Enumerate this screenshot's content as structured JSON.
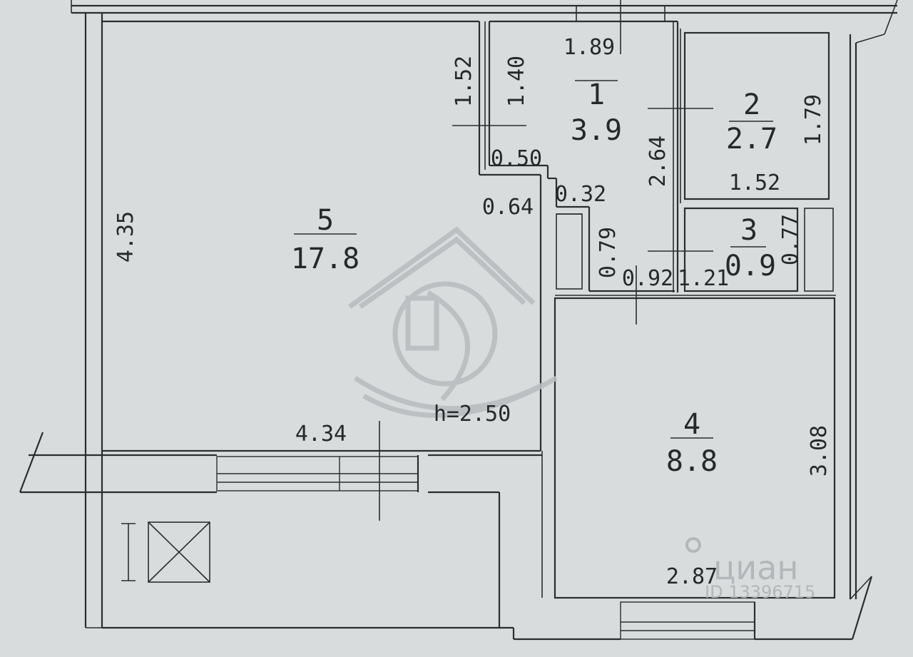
{
  "rooms": [
    {
      "number": "1",
      "area": "3.9"
    },
    {
      "number": "2",
      "area": "2.7"
    },
    {
      "number": "3",
      "area": "0.9"
    },
    {
      "number": "4",
      "area": "8.8"
    },
    {
      "number": "5",
      "area": "17.8"
    }
  ],
  "dimensions": {
    "d_1_89": "1.89",
    "d_1_52_top": "1.52",
    "d_1_40": "1.40",
    "d_1_79": "1.79",
    "d_1_52_room2": "1.52",
    "d_2_64": "2.64",
    "d_0_50": "0.50",
    "d_0_32": "0.32",
    "d_0_64": "0.64",
    "d_0_77": "0.77",
    "d_0_79": "0.79",
    "d_0_92": "0.92",
    "d_1_21": "1.21",
    "d_4_35": "4.35",
    "d_4_34": "4.34",
    "d_3_08": "3.08",
    "d_2_87": "2.87"
  },
  "ceiling_height": "h=2.50",
  "watermark": {
    "brand": "циан",
    "id": "ID 13396715"
  },
  "colors": {
    "background": "#d9dcdd",
    "ink": "#2b2d2f",
    "watermark": "#b3b7ba"
  }
}
